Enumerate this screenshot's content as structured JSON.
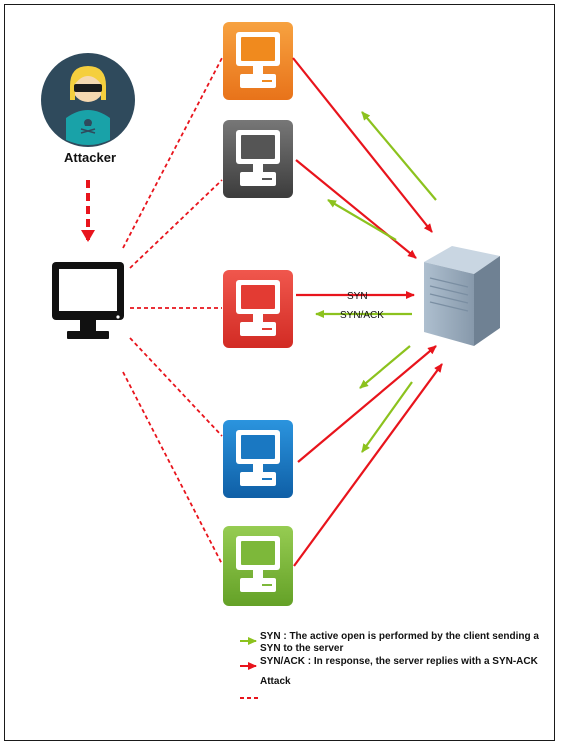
{
  "attacker": {
    "label": "Attacker"
  },
  "flow_labels": {
    "syn": "SYN",
    "synack": "SYN/ACK"
  },
  "legend": {
    "syn": "SYN : The active open is performed by the client sending a SYN to the server",
    "synack": "SYN/ACK : In response, the server replies with a SYN-ACK",
    "attack": "Attack"
  },
  "colors": {
    "syn_arrow": "#e8141c",
    "synack_arrow": "#8cc21e",
    "attack_line": "#e8141c",
    "client_orange": "#f08a1e",
    "client_gray": "#5a5a5a",
    "client_red": "#e33b33",
    "client_blue": "#1a78c2",
    "client_green": "#7db83a",
    "server": "#9fb4c8",
    "attacker_circle": "#2f4a5c"
  },
  "icons": {
    "attacker": "hacker-avatar-icon",
    "controller": "monitor-icon",
    "clients": [
      "computer-icon",
      "computer-icon",
      "computer-icon",
      "computer-icon",
      "computer-icon"
    ],
    "server": "server-icon"
  }
}
